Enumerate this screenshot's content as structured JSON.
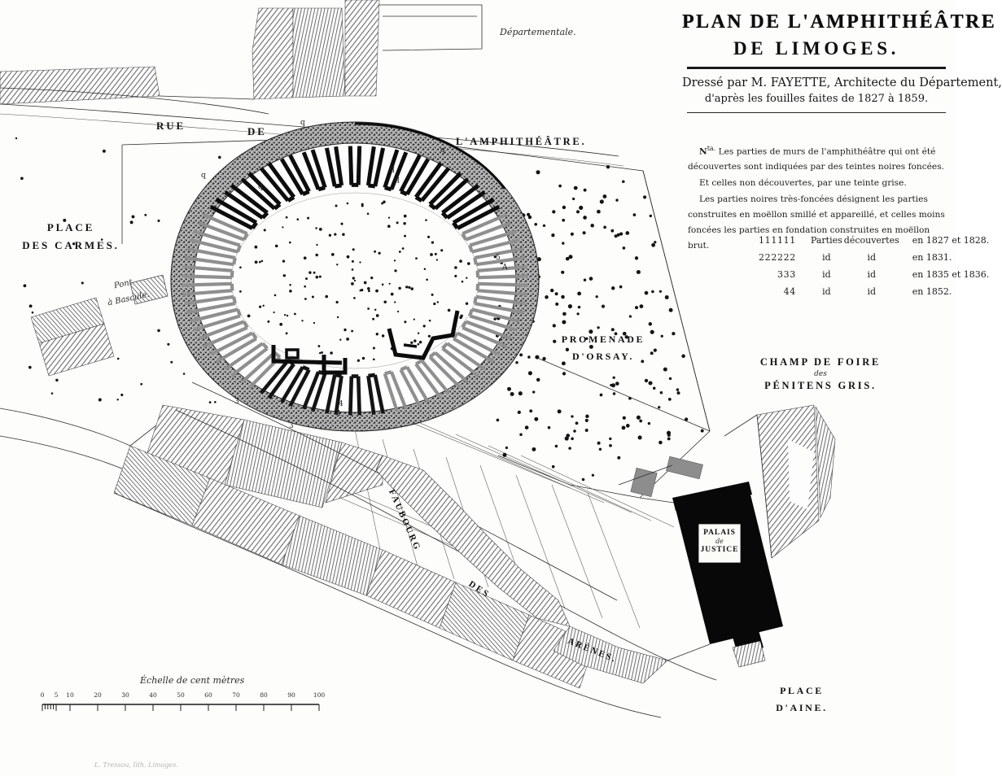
{
  "title": {
    "line1": "PLAN DE L'AMPHITHÉÂTRE",
    "line2": "DE LIMOGES.",
    "author": "Dressé par M. FAYETTE, Architecte du Département,",
    "survey": "d'après les fouilles faites de 1827 à 1859."
  },
  "note": {
    "abbr": "N",
    "abbr_sup": "ta.",
    "p1": "Les parties de murs de l'amphithéâtre qui ont été découvertes sont indiquées par des teintes noires foncées.",
    "p2": "Et celles non découvertes, par une teinte grise.",
    "p3": "Les parties noires très-foncées désignent les parties construites en moëllon smillé et appareillé, et celles moins foncées les parties en fondation construites en moëllon brut."
  },
  "year_legend": [
    {
      "mark": "111111",
      "id1": "Parties",
      "id2": "découvertes",
      "year": "en 1827 et 1828."
    },
    {
      "mark": "222222",
      "id1": "id",
      "id2": "id",
      "year": "en 1831."
    },
    {
      "mark": "333",
      "id1": "id",
      "id2": "id",
      "year": "en 1835 et 1836."
    },
    {
      "mark": "44",
      "id1": "id",
      "id2": "id",
      "year": "en 1852."
    }
  ],
  "map_labels": {
    "rue": "RUE",
    "de": "DE",
    "amphitheatre": "L'AMPHITHÉÂTRE.",
    "departementale": "Départementale.",
    "place_carmes_1": "PLACE",
    "place_carmes_2": "DES CARMES.",
    "pont_bascule_1": "Pont",
    "pont_bascule_2": "à Bascule.",
    "promenade_1": "PROMENADE",
    "promenade_2": "D'ORSAY.",
    "champ_foire_1": "CHAMP DE FOIRE",
    "champ_foire_2": "des",
    "champ_foire_3": "PÉNITENS GRIS.",
    "palais_1": "PALAIS",
    "palais_2": "de",
    "palais_3": "JUSTICE",
    "place_aine_1": "PLACE",
    "place_aine_2": "D'AINE.",
    "faubourg": "FAUBOURG",
    "des": "DES",
    "arenes": "ARÈNES.",
    "credit": "L. Tressou, lith. Limoges."
  },
  "scale": {
    "caption": "Échelle de cent mètres",
    "ticks": [
      "0",
      "5",
      "10",
      "20",
      "30",
      "40",
      "50",
      "60",
      "70",
      "80",
      "90",
      "100"
    ]
  },
  "ring_marks": {
    "q": "q",
    "three": "3",
    "four": "4",
    "five": "5",
    "a": "A"
  },
  "colors": {
    "paper": "#fdfdfb",
    "ink": "#111111",
    "grey_wall": "#8d8d8d",
    "hatch": "#7a7a7a"
  }
}
